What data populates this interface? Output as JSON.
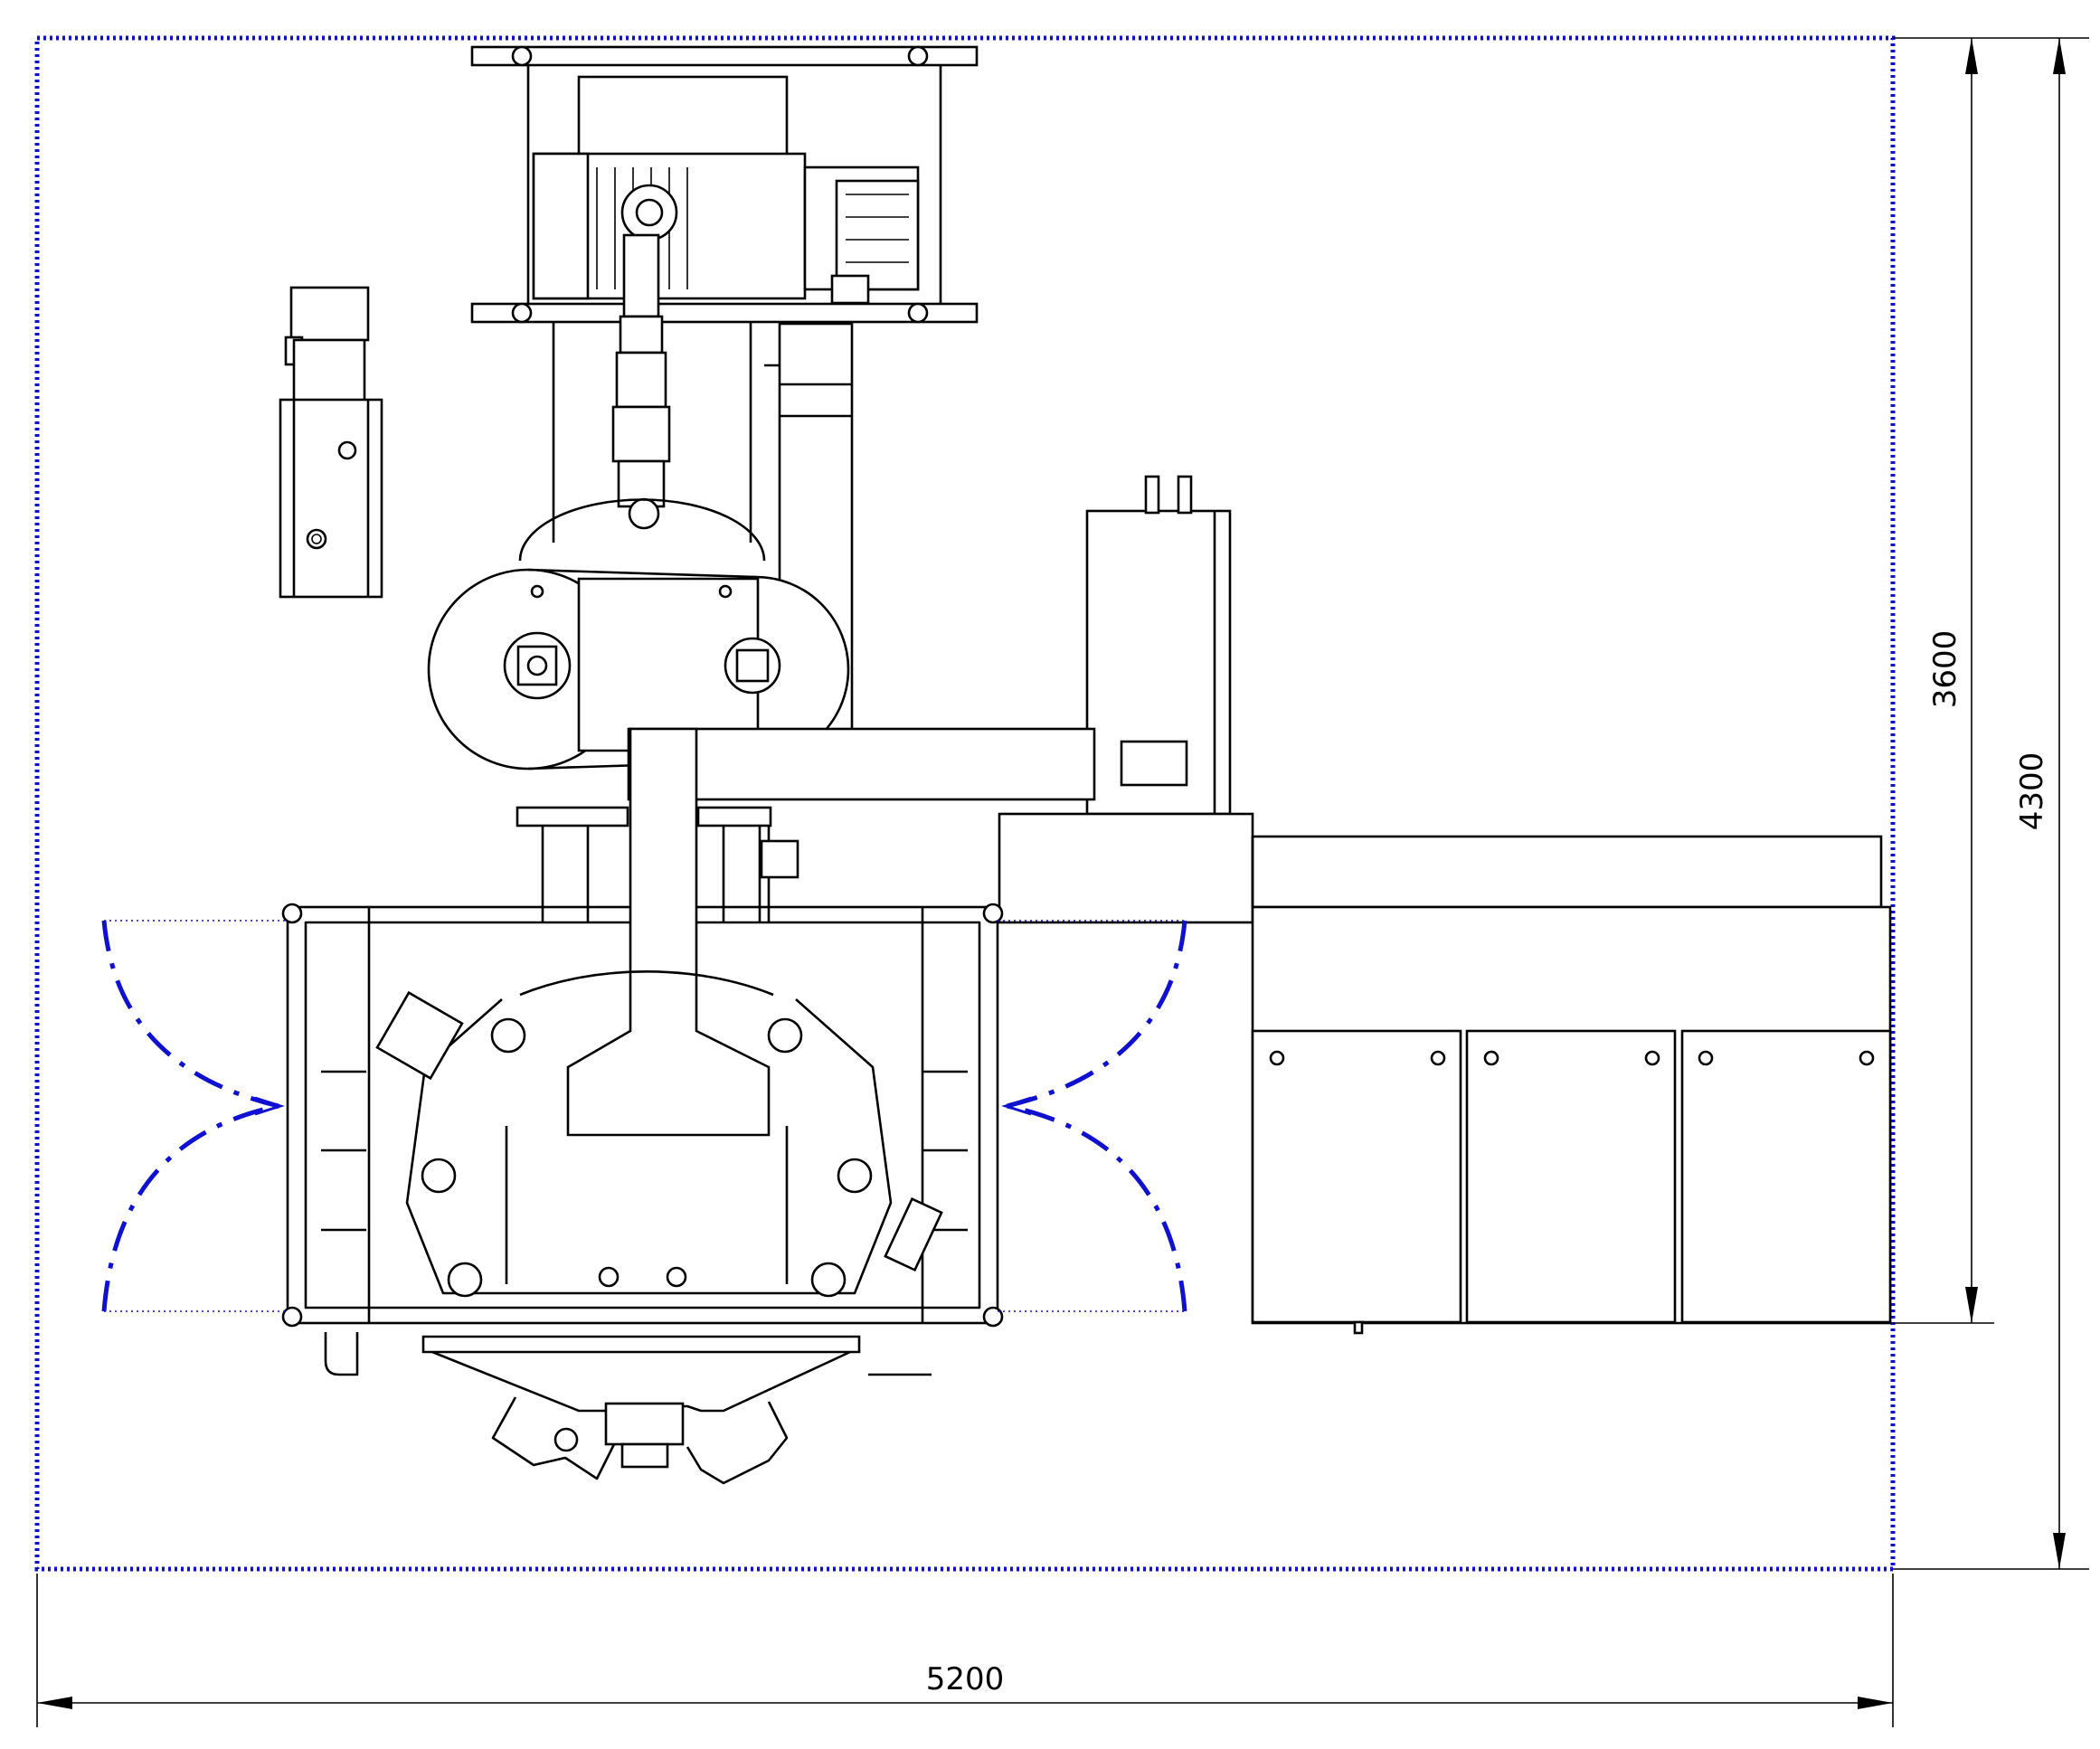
{
  "dimensions": {
    "width": "5200",
    "height_inner": "3600",
    "height_total": "4300"
  },
  "colors": {
    "line": "#000000",
    "boundary": "#1010d0",
    "door_swing": "#1010d0"
  }
}
